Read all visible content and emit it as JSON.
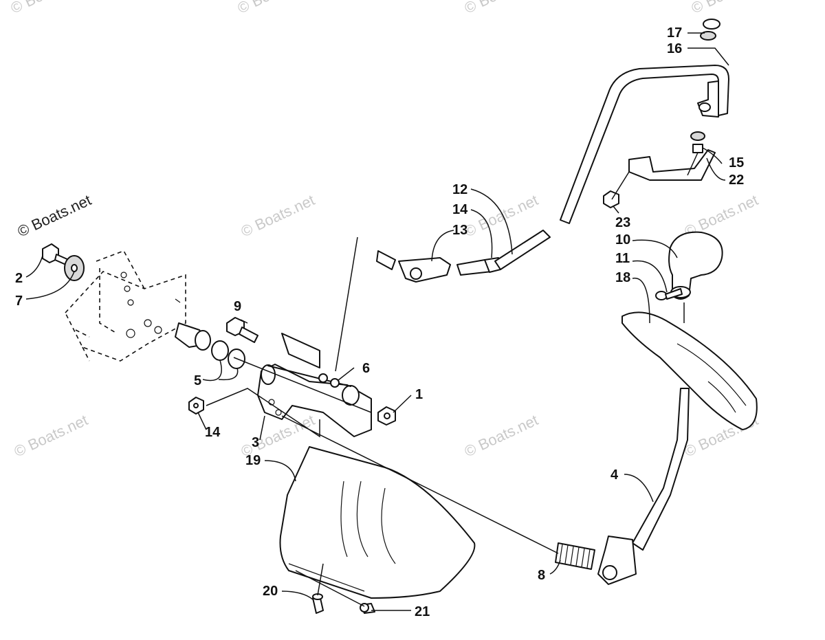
{
  "watermark": {
    "text": "© Boats.net",
    "prominent_text": "© Boats.net"
  },
  "callouts": [
    {
      "id": "c1",
      "label": "1"
    },
    {
      "id": "c2",
      "label": "2"
    },
    {
      "id": "c3",
      "label": "3"
    },
    {
      "id": "c4",
      "label": "4"
    },
    {
      "id": "c5",
      "label": "5"
    },
    {
      "id": "c6",
      "label": "6"
    },
    {
      "id": "c7",
      "label": "7"
    },
    {
      "id": "c8",
      "label": "8"
    },
    {
      "id": "c9",
      "label": "9"
    },
    {
      "id": "c10",
      "label": "10"
    },
    {
      "id": "c11",
      "label": "11"
    },
    {
      "id": "c12",
      "label": "12"
    },
    {
      "id": "c13",
      "label": "13"
    },
    {
      "id": "c14a",
      "label": "14"
    },
    {
      "id": "c14b",
      "label": "14"
    },
    {
      "id": "c15",
      "label": "15"
    },
    {
      "id": "c16",
      "label": "16"
    },
    {
      "id": "c17",
      "label": "17"
    },
    {
      "id": "c18",
      "label": "18"
    },
    {
      "id": "c19",
      "label": "19"
    },
    {
      "id": "c20",
      "label": "20"
    },
    {
      "id": "c21",
      "label": "21"
    },
    {
      "id": "c22",
      "label": "22"
    },
    {
      "id": "c23",
      "label": "23"
    }
  ],
  "colors": {
    "ink": "#111111",
    "watermark": "#c9c9c9",
    "background": "#ffffff"
  }
}
